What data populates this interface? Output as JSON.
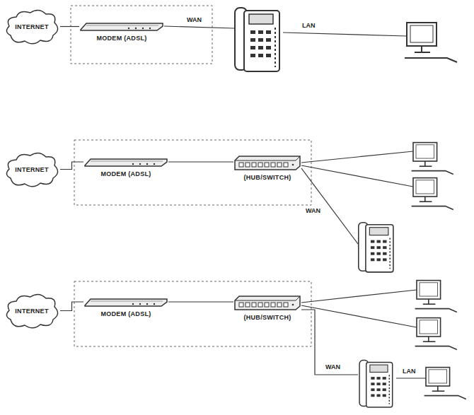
{
  "diagram": {
    "nodes": [
      {
        "text": [
          "INTERNET"
        ]
      },
      {
        "text": [
          "MODEM (ADSL)"
        ]
      },
      {
        "text": [
          "INTERNET"
        ]
      },
      {
        "text": [
          "MODEM (ADSL)"
        ]
      },
      {
        "text": [
          "(HUB/SWITCH)"
        ]
      },
      {
        "text": [
          "INTERNET"
        ]
      },
      {
        "text": [
          "MODEM (ADSL)"
        ]
      },
      {
        "text": [
          "(HUB/SWITCH)"
        ]
      }
    ],
    "edges": [
      {
        "from": 0,
        "to": 1,
        "arrow": "none"
      },
      {
        "from": 2,
        "to": 3,
        "arrow": "none"
      },
      {
        "from": 3,
        "to": 4,
        "arrow": "none"
      },
      {
        "from": 5,
        "to": 6,
        "arrow": "none"
      },
      {
        "from": 6,
        "to": 7,
        "arrow": "none"
      }
    ],
    "labels": [
      "WAN",
      "LAN",
      "WAN",
      "WAN",
      "LAN"
    ]
  }
}
